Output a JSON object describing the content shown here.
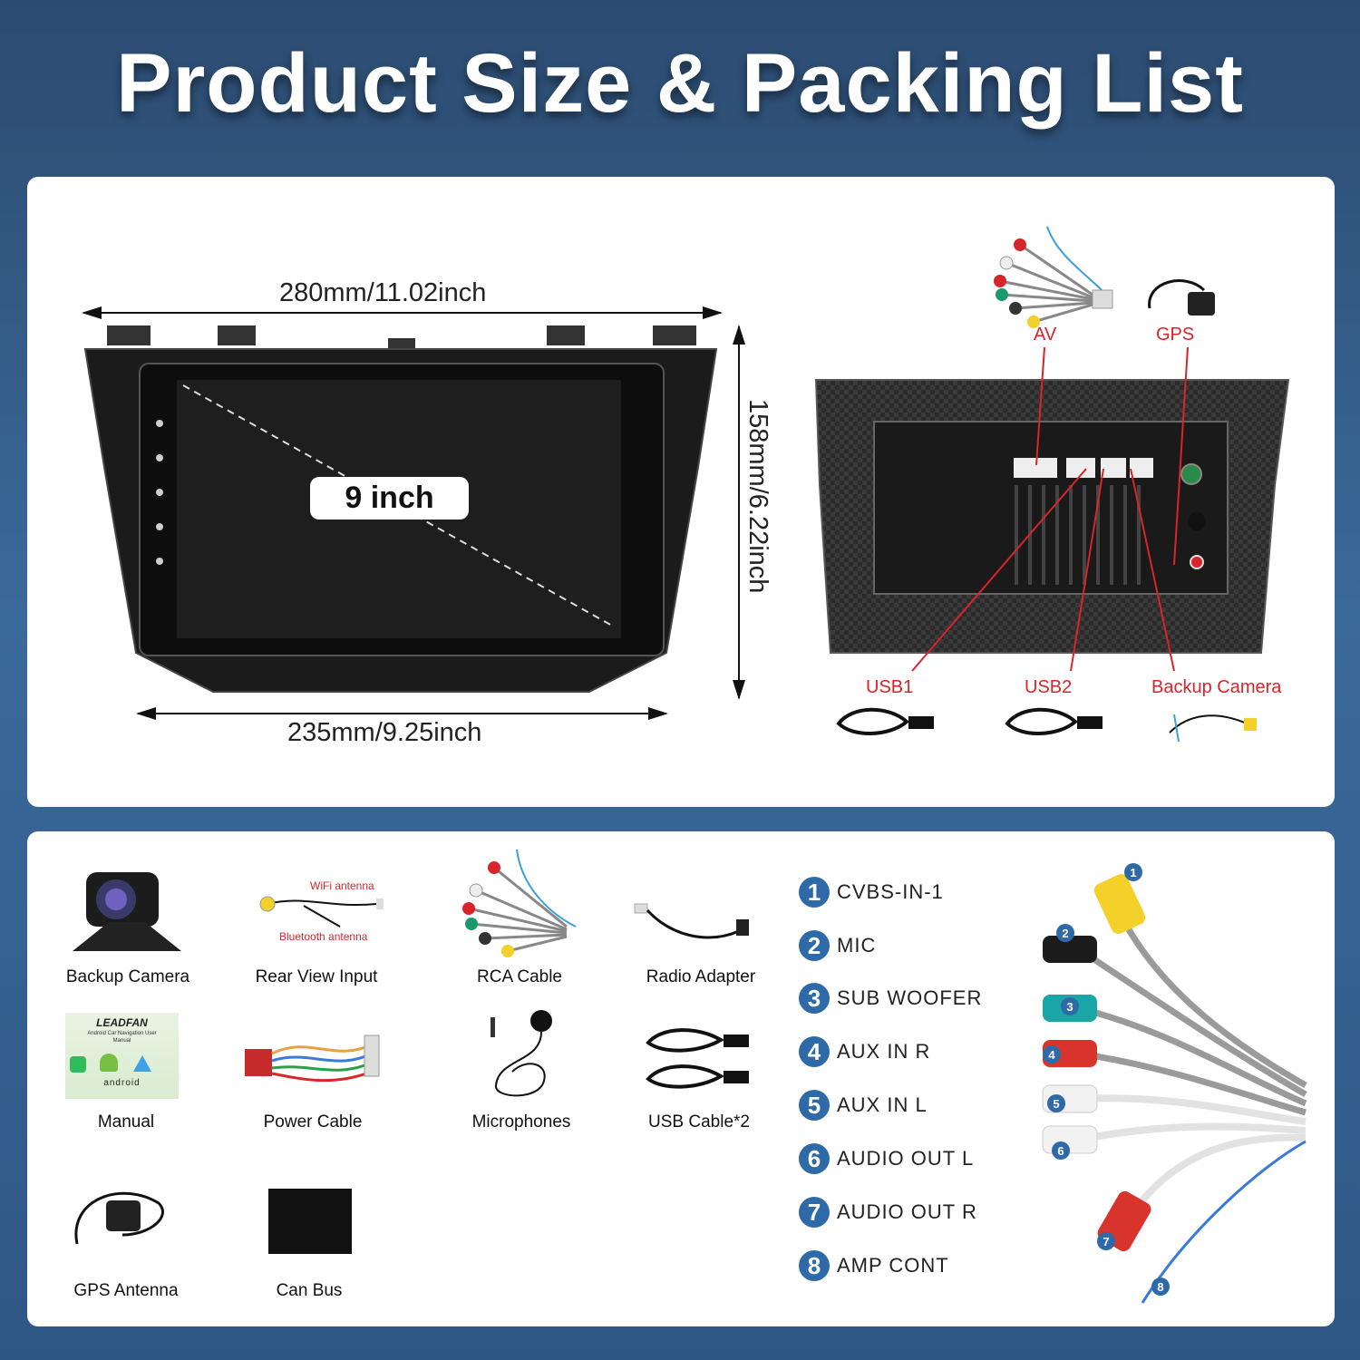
{
  "title": "Product Size & Packing List",
  "dimensions": {
    "width_top": "280mm/11.02inch",
    "width_bottom": "235mm/9.25inch",
    "height": "158mm/6.22inch",
    "screen": "9 inch"
  },
  "rear_labels": {
    "av": "AV",
    "gps": "GPS",
    "usb1": "USB1",
    "usb2": "USB2",
    "backup_camera": "Backup Camera"
  },
  "packing_list": {
    "items": [
      {
        "label": "Backup Camera"
      },
      {
        "label": "Rear View Input"
      },
      {
        "label": "RCA Cable"
      },
      {
        "label": "Radio Adapter"
      },
      {
        "label": "Manual"
      },
      {
        "label": "Power Cable"
      },
      {
        "label": "Microphones"
      },
      {
        "label": "USB Cable*2"
      },
      {
        "label": "GPS Antenna"
      },
      {
        "label": "Can Bus"
      }
    ],
    "rear_view_antennas": {
      "wifi": "WiFi antenna",
      "bluetooth": "Bluetooth antenna"
    },
    "manual_brand": "LEADFAN",
    "manual_subtitle": "Android Car Navigation User Manual",
    "manual_android": "android"
  },
  "connectors": [
    {
      "num": "1",
      "label": "CVBS-IN-1"
    },
    {
      "num": "2",
      "label": "MIC"
    },
    {
      "num": "3",
      "label": "SUB WOOFER"
    },
    {
      "num": "4",
      "label": "AUX IN R"
    },
    {
      "num": "5",
      "label": "AUX IN L"
    },
    {
      "num": "6",
      "label": "AUDIO OUT L"
    },
    {
      "num": "7",
      "label": "AUDIO OUT R"
    },
    {
      "num": "8",
      "label": "AMP CONT"
    }
  ],
  "colors": {
    "accent_blue": "#2f6aa8",
    "annotation_red": "#d8242b",
    "background": "#2c4b70"
  }
}
